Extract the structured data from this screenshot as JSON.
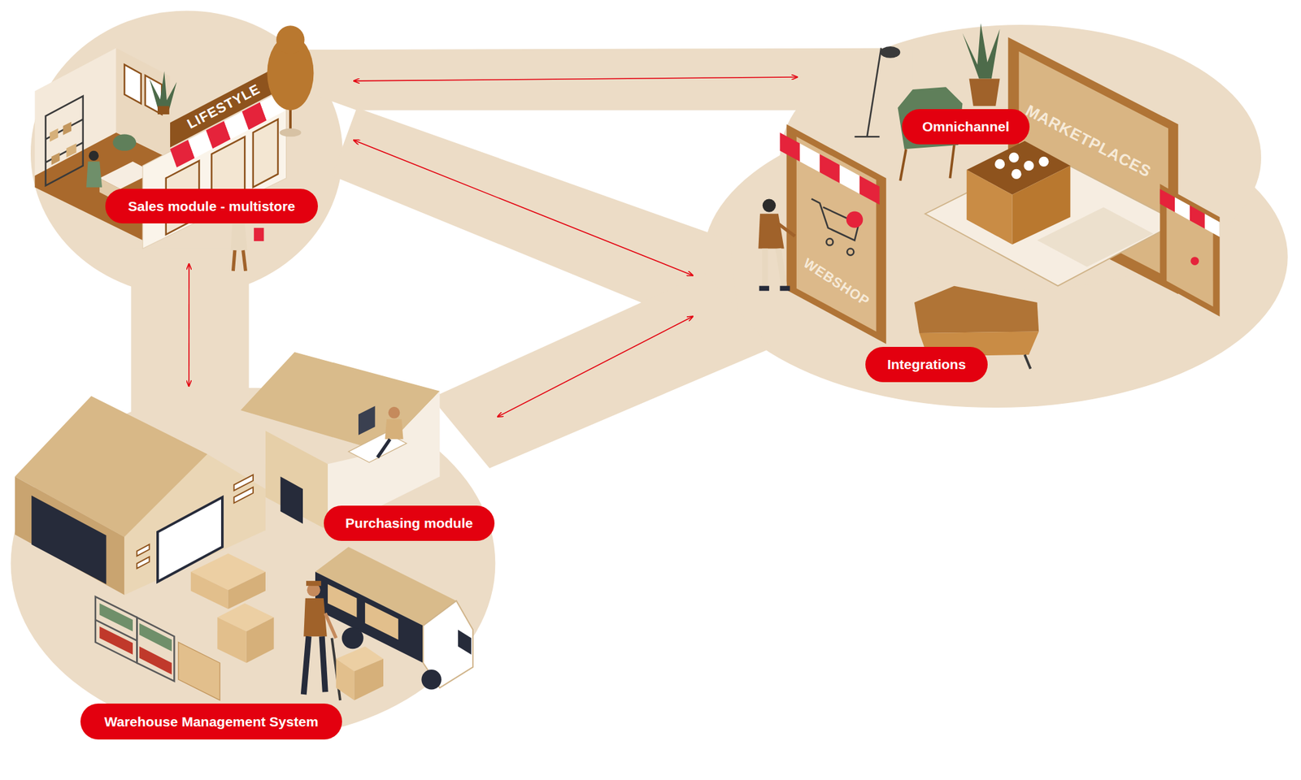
{
  "diagram": {
    "nodes": [
      {
        "text": [
          "Sales module - multistore"
        ]
      },
      {
        "text": [
          "Omnichannel"
        ]
      },
      {
        "text": [
          "Integrations"
        ]
      },
      {
        "text": [
          "Purchasing module"
        ]
      },
      {
        "text": [
          "Warehouse Management System"
        ]
      }
    ],
    "edges": [
      {
        "from": 0,
        "to": 1,
        "arrow": "both"
      },
      {
        "from": 0,
        "to": 2,
        "arrow": "both"
      },
      {
        "from": 0,
        "to": 4,
        "arrow": "both"
      },
      {
        "from": 2,
        "to": 3,
        "arrow": "both"
      }
    ],
    "labels": [
      "LIFESTYLE",
      "MARKETPLACES",
      "WEBSHOP"
    ]
  }
}
